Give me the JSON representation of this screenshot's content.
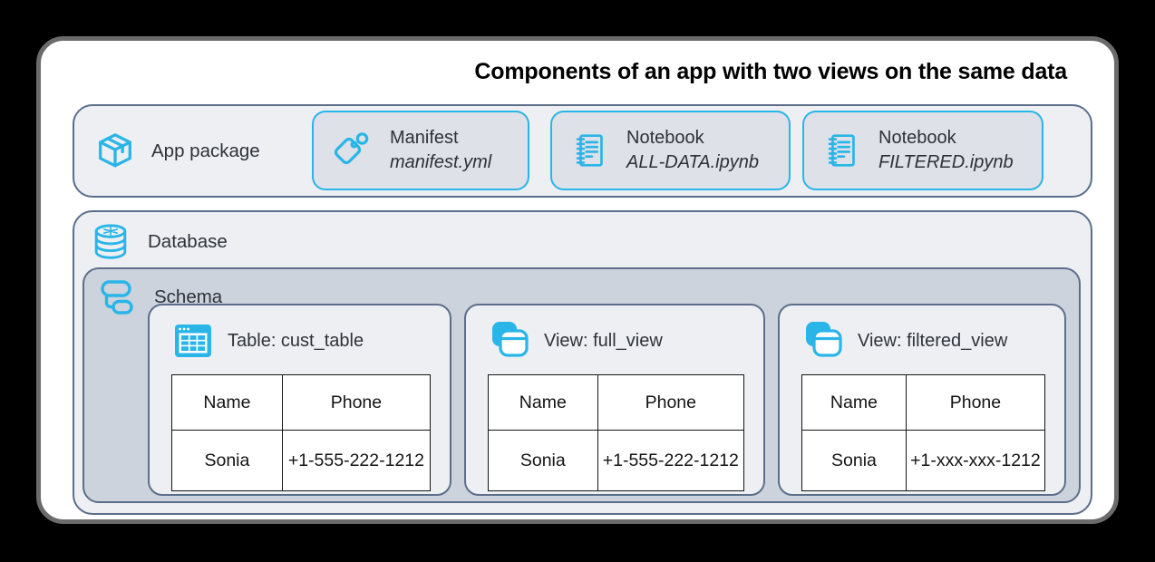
{
  "title": "Components of an app with two views on the same data",
  "colors": {
    "accent_blue": "#29B5E8",
    "border_slate": "#5C6E8A",
    "fill_light": "#EDEFF3",
    "fill_chip": "#DEE1E7",
    "fill_schema": "#CCD3DD",
    "frame_border": "#6B6B6B",
    "background": "#000000"
  },
  "app_package": {
    "label": "App package",
    "icon": "package-icon",
    "items": [
      {
        "icon": "tag-icon",
        "title": "Manifest",
        "subtitle": "manifest.yml"
      },
      {
        "icon": "notebook-icon",
        "title": "Notebook",
        "subtitle": "ALL-DATA.ipynb"
      },
      {
        "icon": "notebook-icon",
        "title": "Notebook",
        "subtitle": "FILTERED.ipynb"
      }
    ]
  },
  "database": {
    "label": "Database",
    "icon": "database-icon",
    "schema": {
      "label": "Schema",
      "icon": "schema-icon",
      "objects": [
        {
          "icon": "table-icon",
          "title": "Table: cust_table",
          "columns": [
            "Name",
            "Phone"
          ],
          "rows": [
            [
              "Sonia",
              "+1-555-222-1212"
            ]
          ]
        },
        {
          "icon": "view-icon",
          "title": "View: full_view",
          "columns": [
            "Name",
            "Phone"
          ],
          "rows": [
            [
              "Sonia",
              "+1-555-222-1212"
            ]
          ]
        },
        {
          "icon": "view-icon",
          "title": "View: filtered_view",
          "columns": [
            "Name",
            "Phone"
          ],
          "rows": [
            [
              "Sonia",
              "+1-xxx-xxx-1212"
            ]
          ]
        }
      ]
    }
  }
}
